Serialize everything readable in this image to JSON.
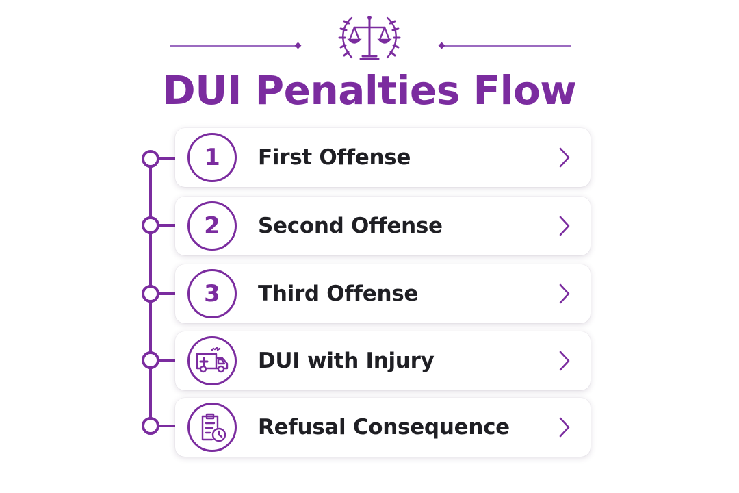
{
  "header": {
    "title": "DUI Penalties Flow",
    "emblem_icon": "scales-of-justice-laurel-icon"
  },
  "theme": {
    "accent": "#7b2c9f",
    "text": "#1f1f24",
    "background": "#ffffff"
  },
  "steps": [
    {
      "marker_type": "number",
      "number": "1",
      "label": "First Offense",
      "chevron_icon": "chevron-right-icon"
    },
    {
      "marker_type": "number",
      "number": "2",
      "label": "Second Offense",
      "chevron_icon": "chevron-right-icon"
    },
    {
      "marker_type": "number",
      "number": "3",
      "label": "Third Offense",
      "chevron_icon": "chevron-right-icon"
    },
    {
      "marker_type": "icon",
      "icon": "ambulance-icon",
      "label": "DUI with Injury",
      "chevron_icon": "chevron-right-icon"
    },
    {
      "marker_type": "icon",
      "icon": "clipboard-clock-icon",
      "label": "Refusal Consequence",
      "chevron_icon": "chevron-right-icon"
    }
  ]
}
